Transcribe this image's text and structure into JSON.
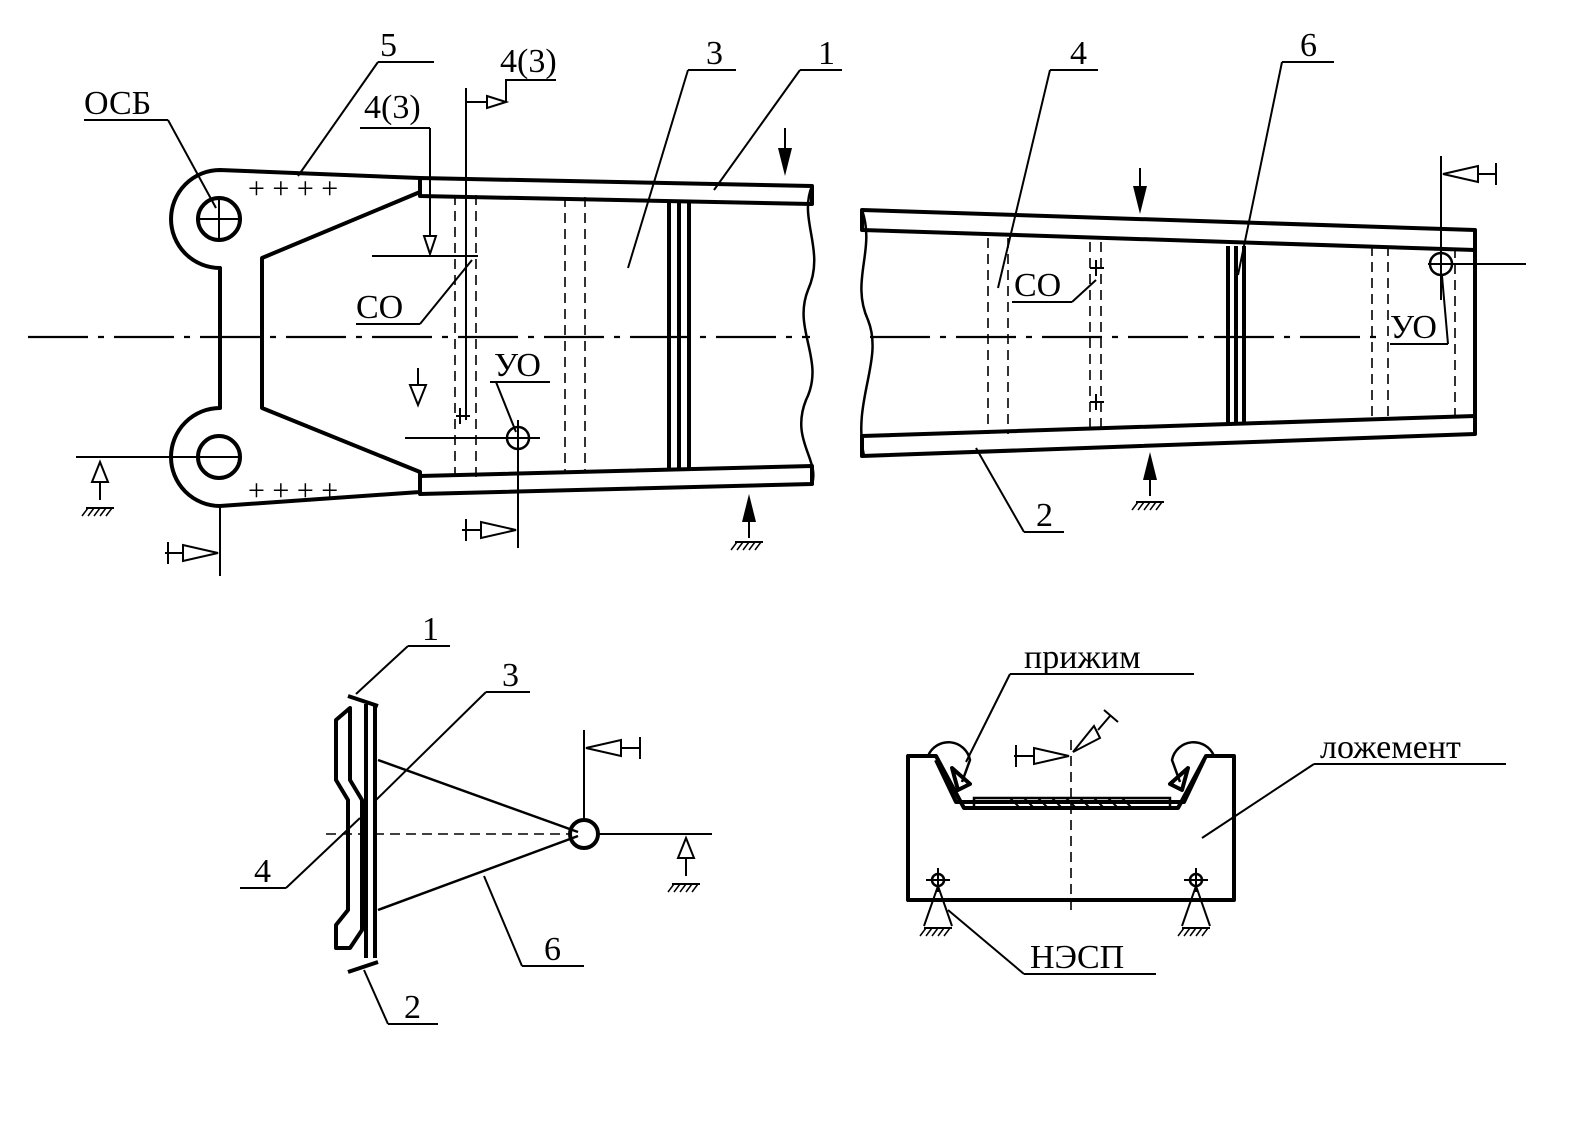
{
  "labels": {
    "part_5": "5",
    "part_4_3_a": "4(3)",
    "part_4_3_b": "4(3)",
    "part_3_top": "3",
    "part_1_top": "1",
    "part_4_top": "4",
    "part_6_top": "6",
    "osb": "ОСБ",
    "so_left": "СО",
    "so_right": "СО",
    "uo_left": "УО",
    "uo_right": "УО",
    "part_2_top": "2",
    "part_1_sec": "1",
    "part_3_sec": "3",
    "part_4_sec": "4",
    "part_6_sec": "6",
    "part_2_sec": "2",
    "clamp": "прижим",
    "cradle": "ложемент",
    "nesp": "НЭСП"
  }
}
